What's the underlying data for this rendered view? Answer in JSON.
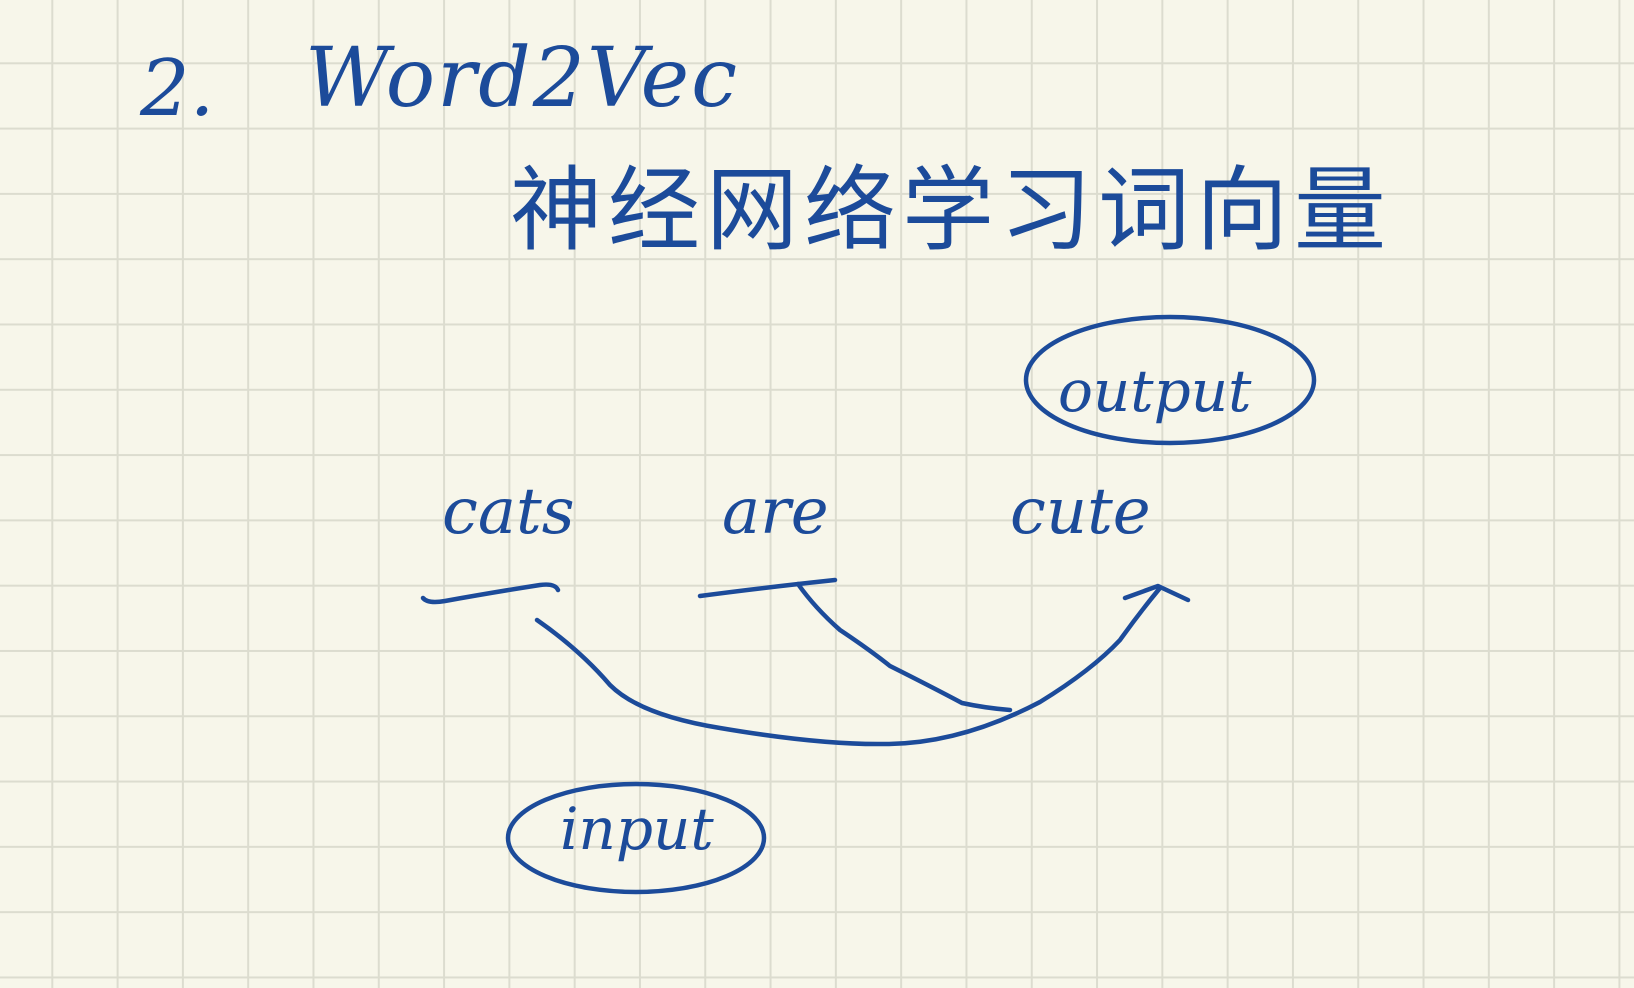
{
  "heading": {
    "number": "2.",
    "title": "Word2Vec"
  },
  "subtitle": "神经网络学习词向量",
  "sentence": {
    "words": [
      "cats",
      "are",
      "cute"
    ]
  },
  "labels": {
    "output": "output",
    "input": "input"
  },
  "ink_color": "#1c4b9a"
}
